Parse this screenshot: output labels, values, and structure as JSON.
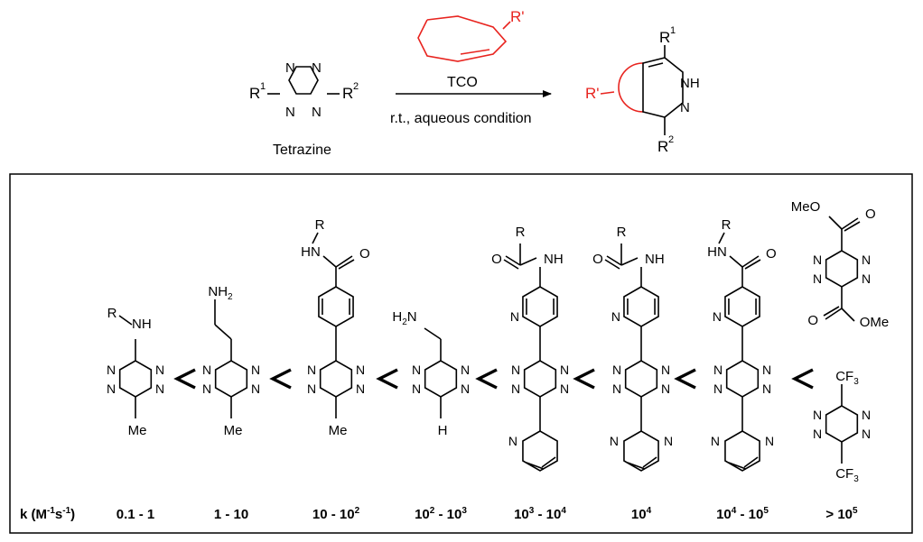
{
  "scheme": {
    "tetrazine_label": "Tetrazine",
    "reagent_label": "TCO",
    "condition_label": "r.t., aqueous condition",
    "substituent_R1": "R",
    "substituent_R1_sup": "1",
    "substituent_R2": "R",
    "substituent_R2_sup": "2",
    "substituent_Rprime": "R'",
    "ring_N": "N",
    "ring_NH": "NH"
  },
  "rate_panel": {
    "k_label_prefix": "k (M",
    "k_label_sup1": "-1",
    "k_label_mid": "s",
    "k_label_sup2": "-1",
    "k_label_suffix": ")",
    "less_than_symbol": "<",
    "compounds": [
      {
        "label_main": "0.1 - 1",
        "top": "R",
        "top2": "NH",
        "bottom": "Me"
      },
      {
        "label_main": "1 - 10",
        "top": "NH",
        "top_sub": "2",
        "bottom": "Me"
      },
      {
        "label_main": "10 - 10",
        "label_sup": "2",
        "top": "R",
        "top2": "HN",
        "oxygen": "O",
        "bottom": "Me"
      },
      {
        "label_pre": "10",
        "label_pre_sup": "2",
        "label_main": " - 10",
        "label_sup": "3",
        "top": "H",
        "top_sub": "2",
        "top2": "N",
        "bottom": "H"
      },
      {
        "label_pre": "10",
        "label_pre_sup": "3",
        "label_main": " - 10",
        "label_sup": "4",
        "top": "R",
        "top2": "NH",
        "oxygen": "O",
        "pyridine_N": "N",
        "bottom_N": "N"
      },
      {
        "label_main": "10",
        "label_sup": "4",
        "top": "R",
        "top2": "NH",
        "oxygen": "O",
        "pyridine_N": "N",
        "bottom_N": "N"
      },
      {
        "label_pre": "10",
        "label_pre_sup": "4",
        "label_main": " - 10",
        "label_sup": "5",
        "top": "R",
        "top2": "HN",
        "oxygen": "O",
        "pyridine_N": "N",
        "bottom_N": "N"
      },
      {
        "label_main": "> 10",
        "label_sup": "5",
        "ester_top": "MeO",
        "ester_bottom": "OMe",
        "oxygen": "O",
        "cf3": "CF",
        "cf3_sub": "3"
      }
    ]
  }
}
